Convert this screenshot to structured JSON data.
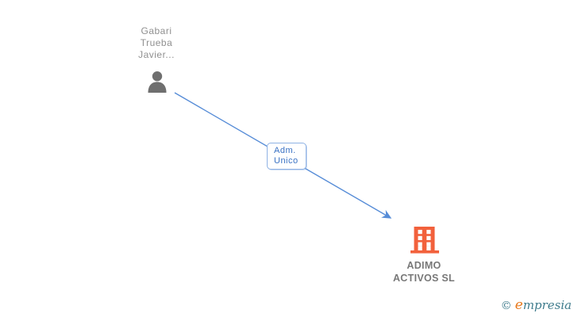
{
  "diagram_title": "corporate-relationship-graph",
  "person": {
    "name_lines": [
      "Gabari",
      "Trueba",
      "Javier..."
    ]
  },
  "relationship": {
    "label_lines": [
      "Adm.",
      "Unico"
    ]
  },
  "company": {
    "name_lines": [
      "ADIMO",
      "ACTIVOS SL"
    ]
  },
  "watermark": {
    "copyright": "©",
    "brand_e": "e",
    "brand_rest": "mpresia"
  },
  "colors": {
    "canvas-bg": "#ffffff",
    "arrow-blue": "#568cd7",
    "box-border-blue": "#8fb2e4",
    "box-text-blue": "#3a72c4",
    "person-icon-gray": "#6f6f6f",
    "person-label-gray": "#909090",
    "company-label-gray": "#787878",
    "building-orange": "#f2613c",
    "logo-teal": "#417d8e",
    "logo-orange": "#e87a1e"
  }
}
